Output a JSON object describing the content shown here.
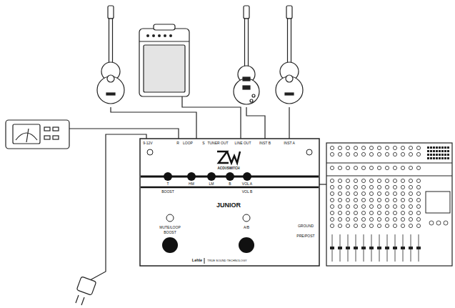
{
  "diagram": {
    "nodes": [
      {
        "text": [
          "9-12V",
          "R",
          "LOOP",
          "S",
          "TUNER OUT",
          "LINE OUT",
          "INST B",
          "INST A",
          "ACOUSWITCH",
          "T",
          "HM",
          "LM",
          "B",
          "VOL A",
          "BOOST",
          "VOL B",
          "JUNIOR",
          "GROUND",
          "PRE/POST",
          "MUTE/LOOP",
          "A/B",
          "BOOST",
          "Lehle",
          "TRUE SOUND TECHNOLOGY"
        ]
      }
    ]
  }
}
